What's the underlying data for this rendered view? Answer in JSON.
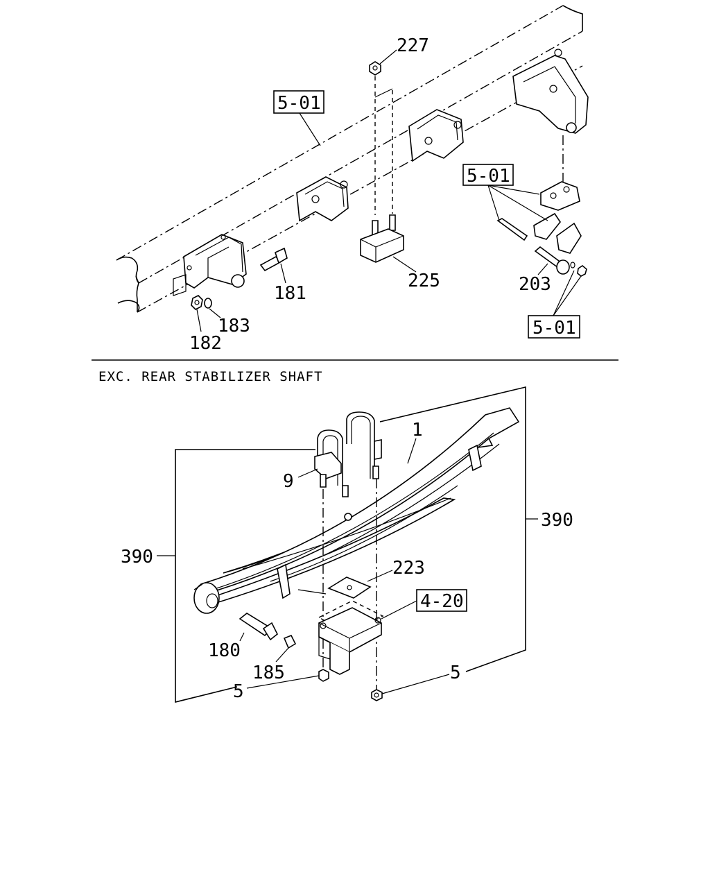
{
  "section_title": "EXC. REAR STABILIZER SHAFT",
  "upper": {
    "refs": [
      "5-01",
      "5-01",
      "5-01"
    ],
    "parts": [
      "227",
      "225",
      "181",
      "183",
      "182",
      "203"
    ]
  },
  "lower": {
    "refs": [
      "4-20"
    ],
    "parts": [
      "1",
      "9",
      "390",
      "390",
      "223",
      "180",
      "185",
      "5",
      "5"
    ]
  }
}
